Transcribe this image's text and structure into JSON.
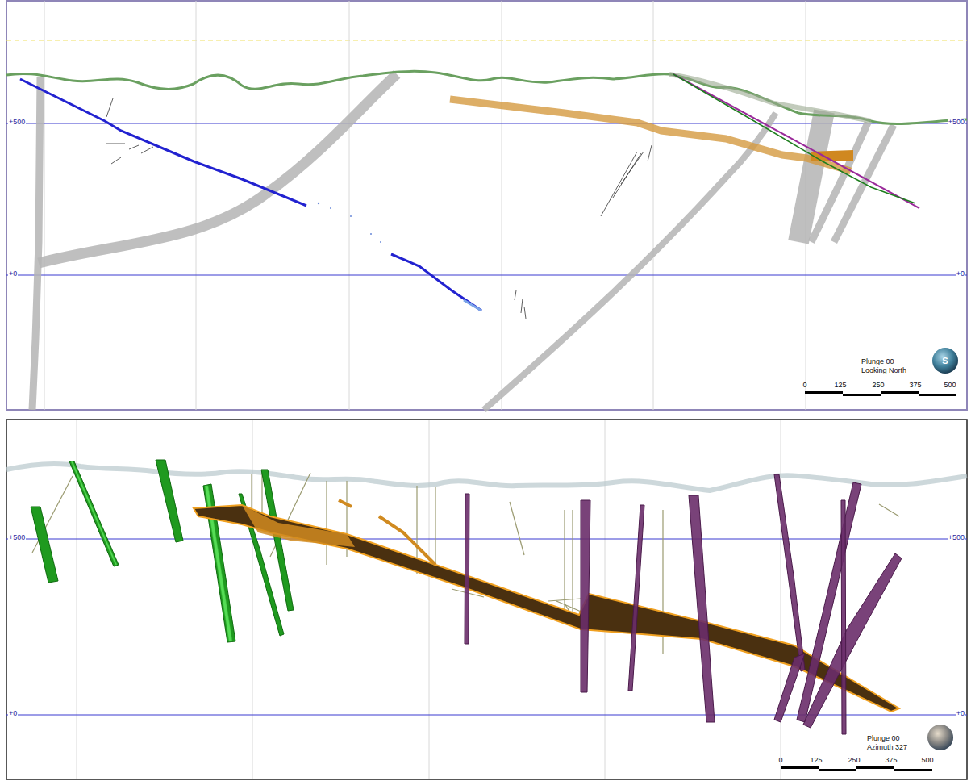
{
  "diagram": {
    "labels": [
      "+500",
      "+500",
      "+0",
      "+0",
      "S",
      "Plunge 00",
      "Looking North",
      "0",
      "125",
      "250",
      "375",
      "500",
      "+500",
      "+500",
      "+0",
      "+0",
      "Plunge 00",
      "Azimuth 327",
      "0",
      "125",
      "250",
      "375",
      "500"
    ]
  }
}
